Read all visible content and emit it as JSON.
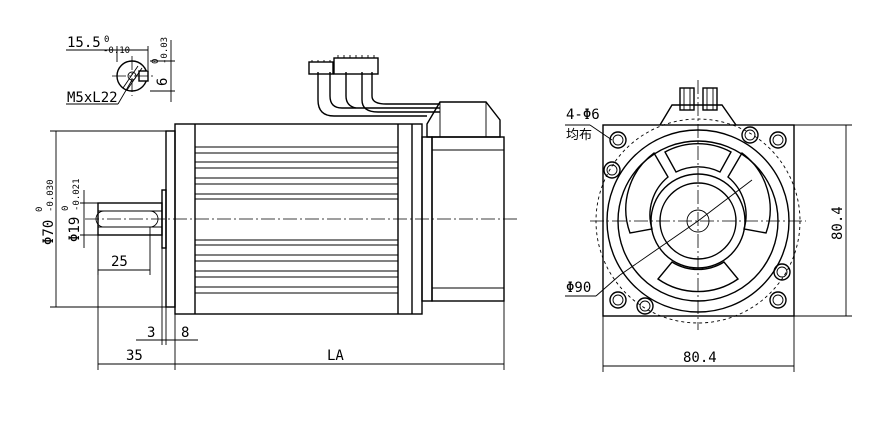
{
  "labels": {
    "keyway_width": "15.5",
    "keyway_width_tol_upper": "0",
    "keyway_width_tol_lower": "-0.10",
    "key_depth": "6",
    "key_depth_tol_upper": "0",
    "key_depth_tol_lower": "-0.03",
    "thread": "M5xL22",
    "flange_dia": "Φ70",
    "flange_dia_tol_upper": "0",
    "flange_dia_tol_lower": "-0.030",
    "shaft_dia": "Φ19",
    "shaft_dia_tol_upper": "0",
    "shaft_dia_tol_lower": "-0.021",
    "key_length": "25",
    "spigot": "3",
    "flange_thickness": "8",
    "shaft_length": "35",
    "body_length": "LA",
    "holes": "4-Φ6",
    "holes_note": "均布",
    "pcd": "Φ90",
    "width_right": "80.4",
    "width_bottom": "80.4"
  }
}
